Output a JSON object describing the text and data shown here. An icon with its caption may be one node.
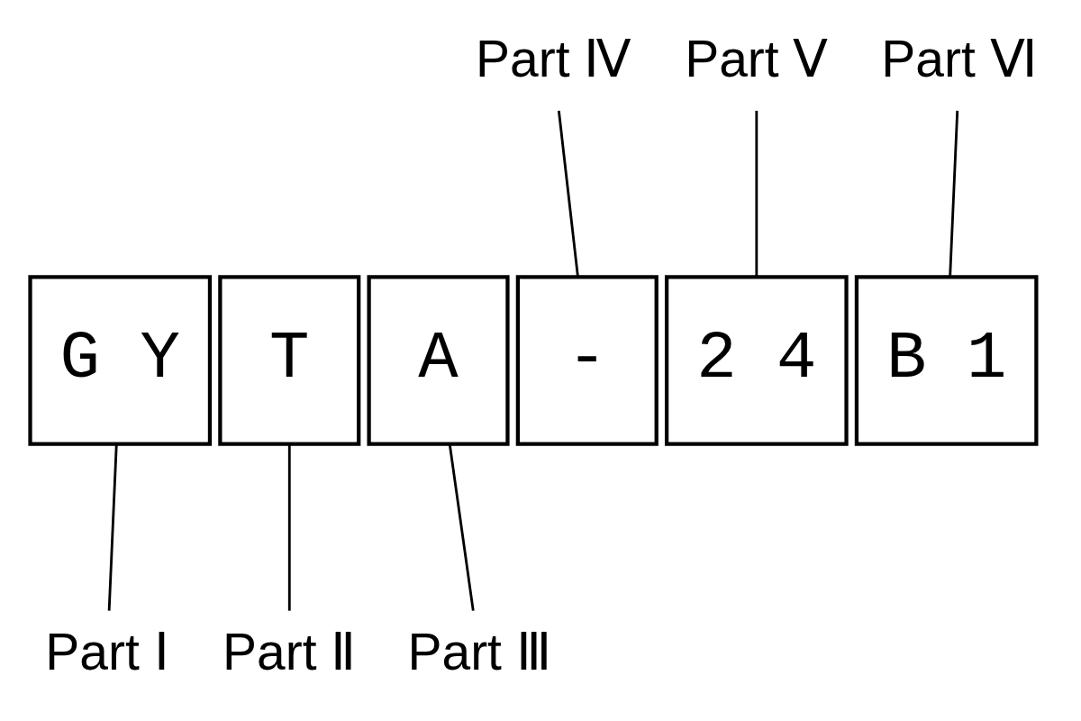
{
  "diagram": {
    "nodes": [
      {
        "text": [
          "Part Ⅳ"
        ]
      },
      {
        "text": [
          "Part Ⅴ"
        ]
      },
      {
        "text": [
          "Part Ⅵ"
        ]
      },
      {
        "text": [
          "G Y"
        ]
      },
      {
        "text": [
          "T"
        ]
      },
      {
        "text": [
          "A"
        ]
      },
      {
        "text": [
          "-"
        ]
      },
      {
        "text": [
          "2 4"
        ]
      },
      {
        "text": [
          "B 1"
        ]
      },
      {
        "text": [
          "Part Ⅰ"
        ]
      },
      {
        "text": [
          "Part Ⅱ"
        ]
      },
      {
        "text": [
          "Part Ⅲ"
        ]
      }
    ],
    "edges": [
      {
        "from": 0,
        "to": 6,
        "arrow": "none"
      },
      {
        "from": 1,
        "to": 7,
        "arrow": "none"
      },
      {
        "from": 2,
        "to": 8,
        "arrow": "none"
      },
      {
        "from": 3,
        "to": 9,
        "arrow": "none"
      },
      {
        "from": 4,
        "to": 10,
        "arrow": "none"
      },
      {
        "from": 5,
        "to": 11,
        "arrow": "none"
      }
    ]
  }
}
